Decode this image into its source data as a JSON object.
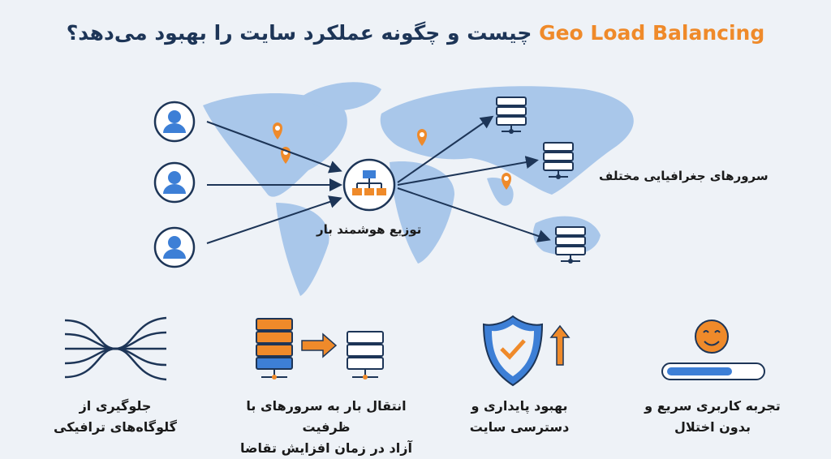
{
  "title": {
    "english": "Geo Load Balancing",
    "persian": "چیست و چگونه عملکرد سایت را بهبود می‌دهد؟"
  },
  "diagram": {
    "hub_label": "توزیع هوشمند بار",
    "servers_label": "سرورهای جغرافیایی مختلف",
    "users": [
      "user-icon",
      "user-icon",
      "user-icon"
    ],
    "servers": [
      "server-icon",
      "server-icon",
      "server-icon"
    ]
  },
  "benefits": [
    {
      "line1": "جلوگیری از",
      "line2": "گلوگاه‌های ترافیکی",
      "icon": "traffic-flow-icon"
    },
    {
      "line1": "انتقال بار به سرورهای با ظرفیت",
      "line2": "آزاد در زمان افزایش تقاضا",
      "icon": "server-transfer-icon"
    },
    {
      "line1": "بهبود پایداری و",
      "line2": "دسترسی سایت",
      "icon": "shield-check-icon"
    },
    {
      "line1": "تجربه کاربری سریع و",
      "line2": "بدون اختلال",
      "icon": "smiley-progress-icon"
    }
  ],
  "colors": {
    "navy": "#1d3557",
    "orange": "#ef8a2a",
    "blue": "#3d7fd6",
    "map": "#a9c7ea"
  }
}
